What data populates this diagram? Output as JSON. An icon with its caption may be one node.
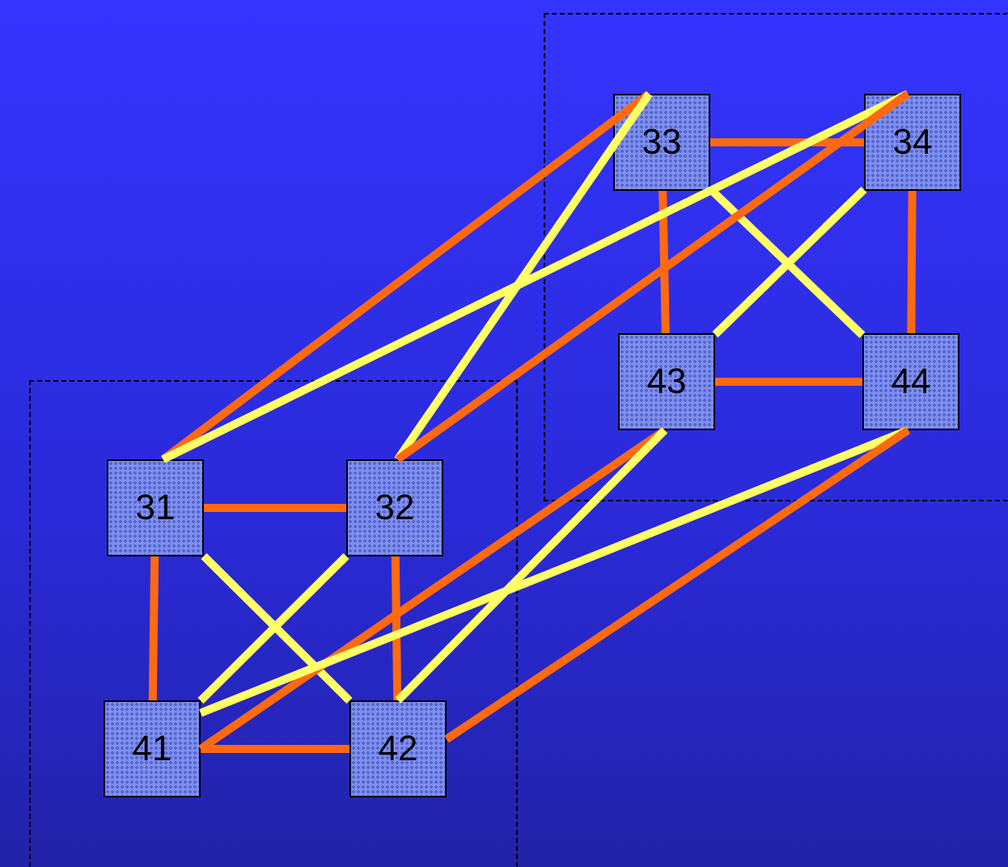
{
  "diagram": {
    "nodes": [
      {
        "text": [],
        "shape": "box"
      },
      {
        "text": [
          "33"
        ],
        "in": 0
      },
      {
        "text": [
          "34"
        ],
        "in": 0
      },
      {
        "text": [
          "43"
        ],
        "in": 0
      },
      {
        "text": [
          "44"
        ],
        "in": 0
      },
      {
        "text": [],
        "shape": "box"
      },
      {
        "text": [
          "31"
        ],
        "in": 5
      },
      {
        "text": [
          "32"
        ],
        "in": 5
      },
      {
        "text": [
          "41"
        ],
        "in": 5
      },
      {
        "text": [
          "42"
        ],
        "in": 5
      }
    ],
    "edges": [
      {
        "from": 1,
        "to": 2,
        "arrow": "none"
      },
      {
        "from": 1,
        "to": 3,
        "arrow": "none"
      },
      {
        "from": 2,
        "to": 4,
        "arrow": "none"
      },
      {
        "from": 3,
        "to": 4,
        "arrow": "none"
      },
      {
        "from": 1,
        "to": 4,
        "arrow": "none",
        "color": "#ffff66"
      },
      {
        "from": 2,
        "to": 3,
        "arrow": "none",
        "color": "#ffff66"
      },
      {
        "from": 6,
        "to": 7,
        "arrow": "none"
      },
      {
        "from": 6,
        "to": 8,
        "arrow": "none"
      },
      {
        "from": 7,
        "to": 9,
        "arrow": "none"
      },
      {
        "from": 8,
        "to": 9,
        "arrow": "none"
      },
      {
        "from": 6,
        "to": 9,
        "arrow": "none",
        "color": "#ffff66"
      },
      {
        "from": 7,
        "to": 8,
        "arrow": "none",
        "color": "#ffff66"
      },
      {
        "from": 6,
        "to": 1,
        "arrow": "none"
      },
      {
        "from": 6,
        "to": 2,
        "arrow": "none",
        "color": "#ffff66"
      },
      {
        "from": 7,
        "to": 1,
        "arrow": "none",
        "color": "#ffff66"
      },
      {
        "from": 7,
        "to": 2,
        "arrow": "none"
      },
      {
        "from": 8,
        "to": 3,
        "arrow": "none"
      },
      {
        "from": 9,
        "to": 3,
        "arrow": "none",
        "color": "#ffff66"
      },
      {
        "from": 8,
        "to": 4,
        "arrow": "none",
        "color": "#ffff66"
      },
      {
        "from": 9,
        "to": 4,
        "arrow": "none"
      }
    ]
  }
}
